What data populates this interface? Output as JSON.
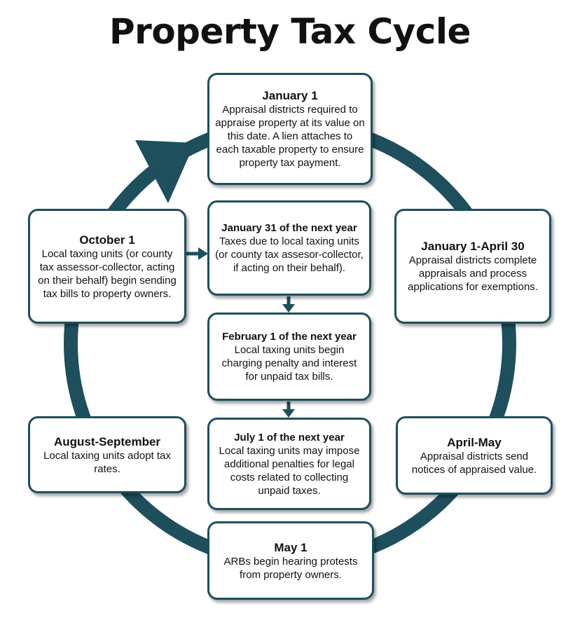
{
  "title": "Property Tax Cycle",
  "colors": {
    "ring": "#1d4f5d",
    "box_border": "#1d4f5d",
    "background": "#ffffff"
  },
  "boxes": {
    "jan1": {
      "heading": "January 1",
      "body": "Appraisal districts required to appraise property at its value on this date. A lien attaches to each taxable property to ensure property tax payment."
    },
    "jan1_apr30": {
      "heading": "January 1-April 30",
      "body": "Appraisal districts complete appraisals and process applications for exemptions."
    },
    "apr_may": {
      "heading": "April-May",
      "body": "Appraisal districts send notices of appraised value."
    },
    "may1": {
      "heading": "May 1",
      "body": "ARBs begin hearing protests from property owners."
    },
    "aug_sep": {
      "heading": "August-September",
      "body": "Local taxing units adopt tax rates."
    },
    "oct1": {
      "heading": "October 1",
      "body": "Local taxing units (or county tax assessor-collector, acting on their behalf) begin sending tax bills to property owners."
    },
    "jan31_next": {
      "heading": "January 31 of the next year",
      "body": "Taxes due to local taxing units (or county tax assesor-collector, if acting on their behalf)."
    },
    "feb1_next": {
      "heading": "February 1 of the next year",
      "body": "Local taxing units begin charging penalty and interest for unpaid tax bills."
    },
    "jul1_next": {
      "heading": "July 1 of the next year",
      "body": "Local taxing units may impose additional penalties for legal costs related to collecting unpaid taxes."
    }
  }
}
